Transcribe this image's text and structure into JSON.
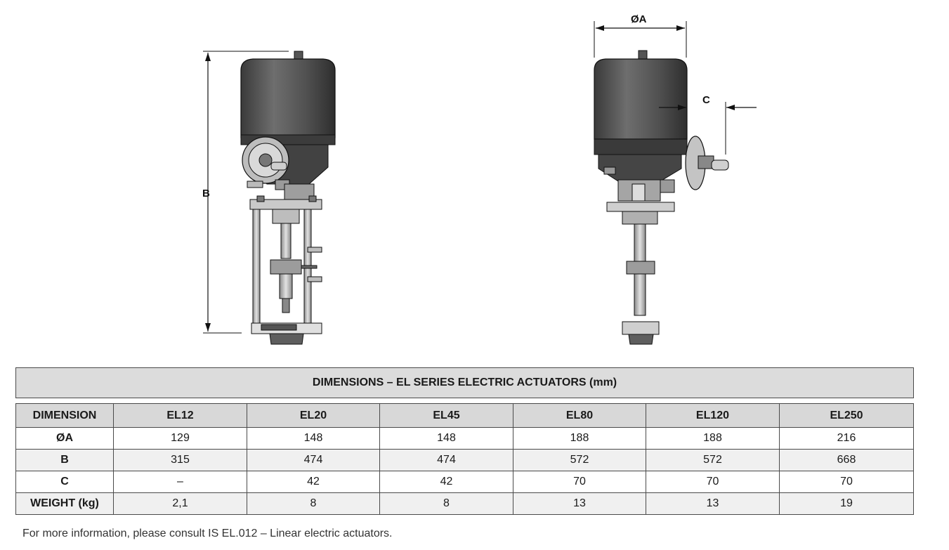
{
  "drawing": {
    "label_a": "ØA",
    "label_b": "B",
    "label_c": "C"
  },
  "table": {
    "title": "DIMENSIONS – EL SERIES ELECTRIC ACTUATORS (mm)",
    "columns": [
      "DIMENSION",
      "EL12",
      "EL20",
      "EL45",
      "EL80",
      "EL120",
      "EL250"
    ],
    "rows": [
      {
        "label": "ØA",
        "values": [
          "129",
          "148",
          "148",
          "188",
          "188",
          "216"
        ]
      },
      {
        "label": "B",
        "values": [
          "315",
          "474",
          "474",
          "572",
          "572",
          "668"
        ]
      },
      {
        "label": "C",
        "values": [
          "–",
          "42",
          "42",
          "70",
          "70",
          "70"
        ]
      },
      {
        "label": "WEIGHT (kg)",
        "values": [
          "2,1",
          "8",
          "8",
          "13",
          "13",
          "19"
        ]
      }
    ]
  },
  "footnote": "For more information, please consult IS EL.012 – Linear electric actuators.",
  "colors": {
    "actuator_body": "#4d4d4d",
    "table_header": "#d8d8d8",
    "line": "#111111"
  }
}
